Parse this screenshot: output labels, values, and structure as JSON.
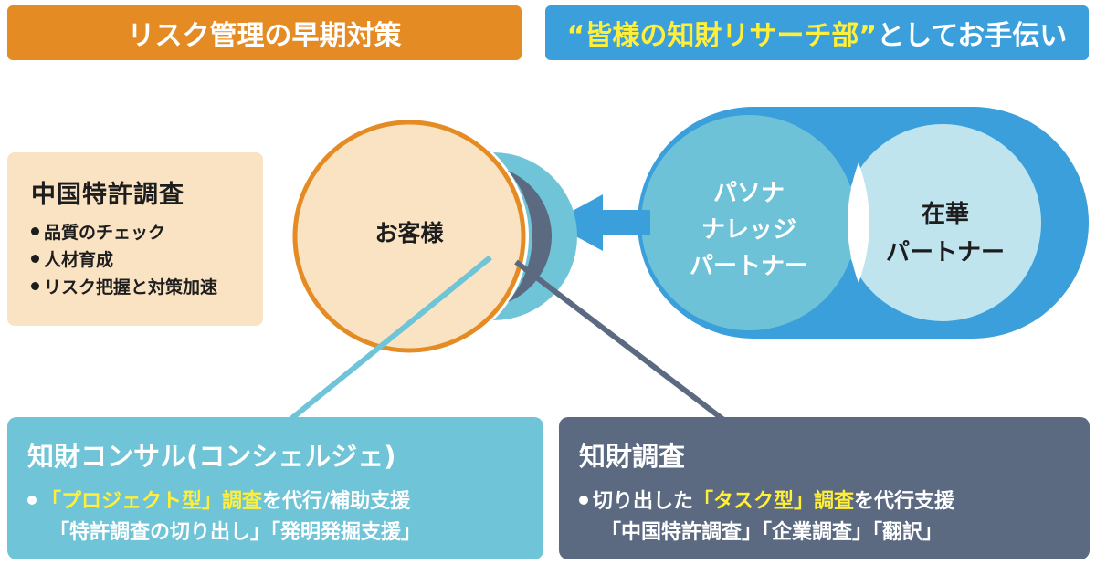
{
  "banners": {
    "left": "リスク管理の早期対策",
    "right_highlight": "“皆様の知財リサーチ部”",
    "right_rest": "としてお手伝い"
  },
  "china_box": {
    "title": "中国特許調査",
    "items": [
      "品質のチェック",
      "人材育成",
      "リスク把握と対策加速"
    ]
  },
  "client": {
    "label": "お客様"
  },
  "partners": {
    "pasona": [
      "パソナ",
      "ナレッジ",
      "パートナー"
    ],
    "local": [
      "在華",
      "パートナー"
    ]
  },
  "consult_box": {
    "title": "知財コンサル(コンシェルジェ)",
    "line1_highlight": "「プロジェクト型」",
    "line1_mid": "調査",
    "line1_rest": "を代行/補助支援",
    "line2": "「特許調査の切り出し」「発明発掘支援」"
  },
  "survey_box": {
    "title": "知財調査",
    "line1_pre": "切り出した",
    "line1_highlight": "「タスク型」",
    "line1_mid": "調査",
    "line1_rest": "を代行支援",
    "line2": "「中国特許調査」「企業調査」「翻訳」"
  },
  "colors": {
    "orange": "#e58b23",
    "blue": "#3a9fdb",
    "cream": "#fae3c2",
    "teal": "#6fc4d7",
    "slate": "#5b6a80",
    "highlight_yellow": "#ffef3a"
  }
}
